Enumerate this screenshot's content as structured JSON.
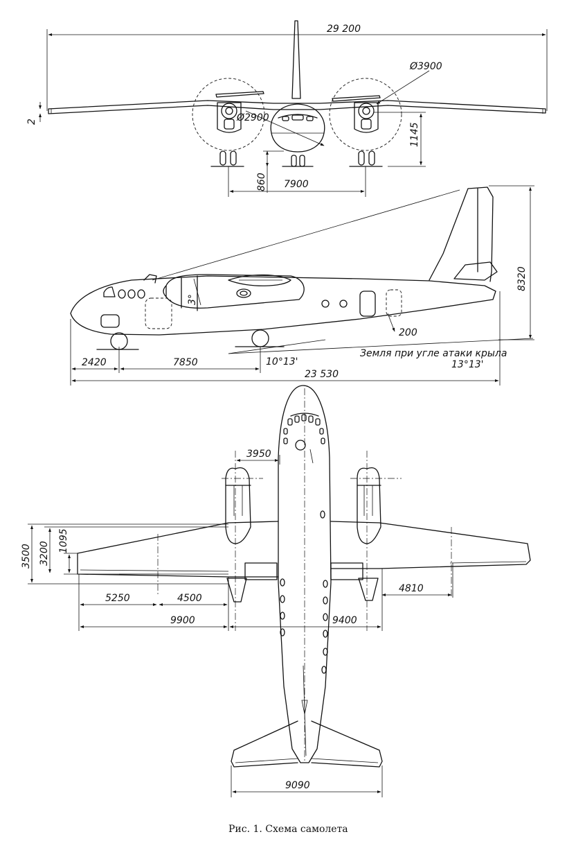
{
  "caption": "Рис. 1. Схема самолета",
  "front_view": {
    "span": "29 200",
    "prop_diameter": "Ø3900",
    "fuselage_diameter": "Ø2900",
    "dihedral_height": "2",
    "axis_height": "1145",
    "ground_clearance": "860",
    "track": "7900"
  },
  "side_view": {
    "total_length": "23 530",
    "nose_to_nose_gear": "2420",
    "wheelbase": "7850",
    "height": "8320",
    "tail_clearance": "200",
    "engine_angle": "3°",
    "ground_angle": "10°13'",
    "ground_label": "Земля при угле атаки крыла",
    "ground_label_angle": "13°13'"
  },
  "top_view": {
    "nacelle_offset": "3950",
    "chord_3500": "3500",
    "chord_3200": "3200",
    "chord_1095": "1095",
    "left_outer": "5250",
    "left_inner": "4500",
    "left_half_span": "9900",
    "right_outer": "4810",
    "right_half_span": "9400",
    "tailplane_span": "9090"
  }
}
